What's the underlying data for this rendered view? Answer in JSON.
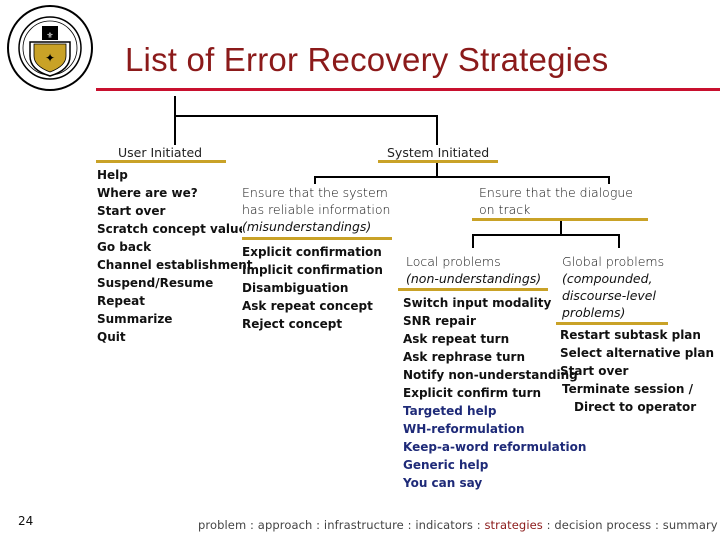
{
  "slide": {
    "title": "List of Error Recovery Strategies",
    "page_number": "24"
  },
  "tree": {
    "left_header": "User Initiated",
    "right_header": "System Initiated",
    "user_items": [
      "Help",
      "Where are we?",
      "Start over",
      "Scratch concept value",
      "Go back",
      "Channel establishment",
      "Suspend/Resume",
      "Repeat",
      "Summarize",
      "Quit"
    ],
    "mid_header_line1": "Ensure that the system",
    "mid_header_line2": "has reliable information",
    "mid_header_line3": "(misunderstandings)",
    "mid_items": [
      "Explicit confirmation",
      "Implicit confirmation",
      "Disambiguation",
      "Ask repeat concept",
      "Reject concept"
    ],
    "right_header_line1": "Ensure that the dialogue",
    "right_header_line2": "on track",
    "local_title": "Local problems",
    "local_sub": "(non-understandings)",
    "local_items": [
      "Switch input modality",
      "SNR repair",
      "Ask repeat turn",
      "Ask rephrase turn",
      "Notify non-understanding",
      "Explicit confirm turn",
      "Targeted help",
      "WH-reformulation",
      "Keep-a-word reformulation",
      "Generic help",
      "You can say"
    ],
    "global_title": "Global problems",
    "global_sub1": "(compounded,",
    "global_sub2": "discourse-level",
    "global_sub3": "problems)",
    "global_items": [
      "Restart subtask plan",
      "Select alternative plan",
      "Start over",
      "Terminate session /",
      "Direct to operator"
    ]
  },
  "footer": {
    "items": [
      "problem",
      "approach",
      "infrastructure",
      "indicators",
      "strategies",
      "decision process",
      "summary"
    ],
    "separator": " : ",
    "current": "strategies"
  },
  "colors": {
    "title": "#8b1a1a",
    "title_rule": "#c8102e",
    "accent_line": "#c9a227",
    "text": "#111111"
  },
  "icons": {
    "logo": "university-seal-icon"
  }
}
